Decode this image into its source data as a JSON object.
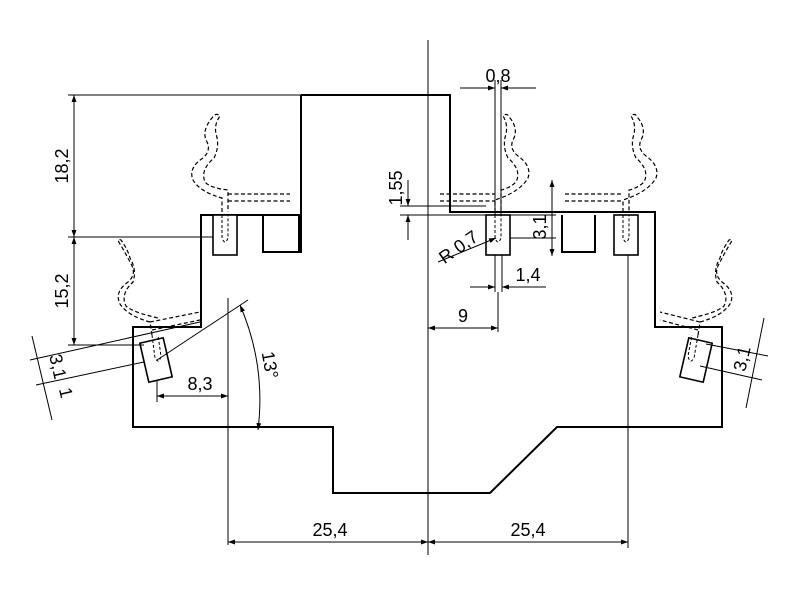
{
  "dimensions": {
    "d_0_8": "0,8",
    "d_18_2": "18,2",
    "d_1_55": "1,55",
    "d_3_1_center": "3,1",
    "d_r0_7": "R 0,7",
    "d_1_4": "1,4",
    "d_15_2": "15,2",
    "d_9": "9",
    "d_3_1_left": "3,1",
    "d_1_left": "1",
    "d_8_3": "8,3",
    "d_13deg": "13°",
    "d_3_1_right": "3,1",
    "d_25_4_left": "25,4",
    "d_25_4_right": "25,4"
  }
}
